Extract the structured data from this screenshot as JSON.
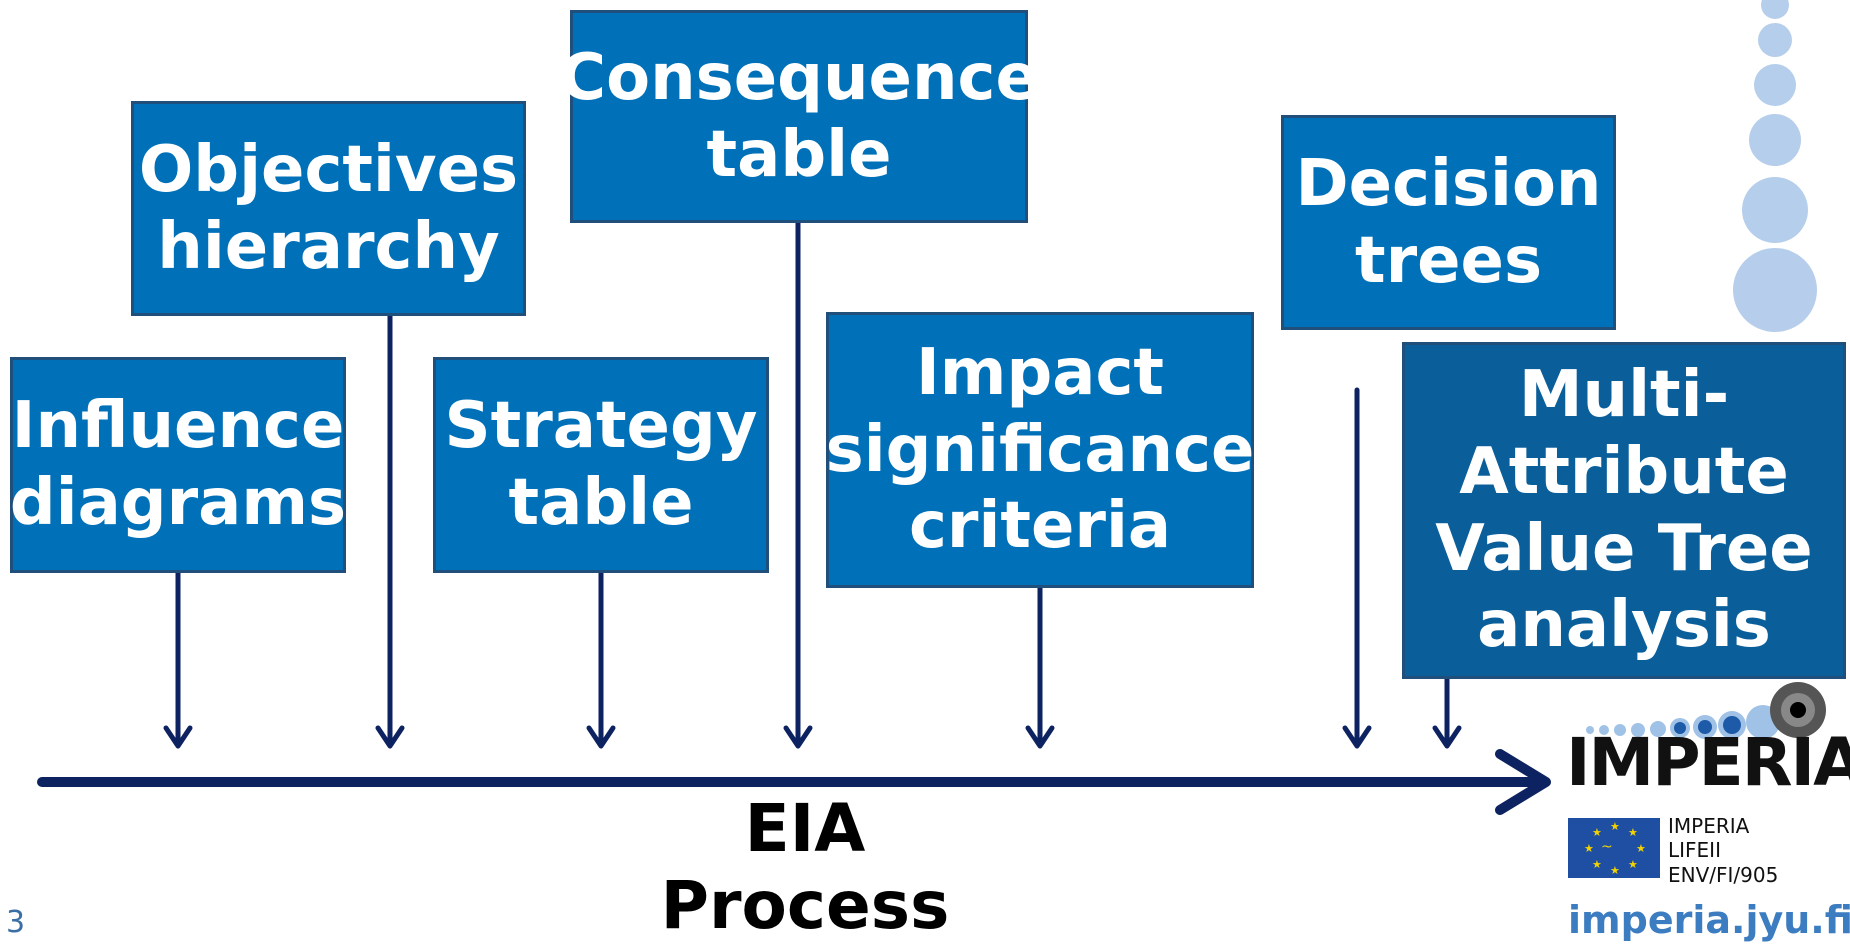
{
  "boxes": {
    "objectives": "Objectives\nhierarchy",
    "consequence": "Consequence\ntable",
    "decision": "Decision\ntrees",
    "influence": "Influence\ndiagrams",
    "strategy": "Strategy\ntable",
    "impact": "Impact\nsignificance\ncriteria",
    "mavt": "Multi-\nAttribute\nValue Tree\nanalysis"
  },
  "process_label": "EIA Process",
  "page_number": "3",
  "logo": {
    "word": "IMPERIA",
    "eu_lines": [
      "IMPERIA",
      "LIFEII",
      "ENV/FI/905"
    ],
    "website": "imperia.jyu.fi"
  },
  "colors": {
    "box_fill": "#0070b8",
    "box_border": "#1f4f7a",
    "arrow": "#0d2260",
    "bubbles": "#a9c6e8"
  }
}
